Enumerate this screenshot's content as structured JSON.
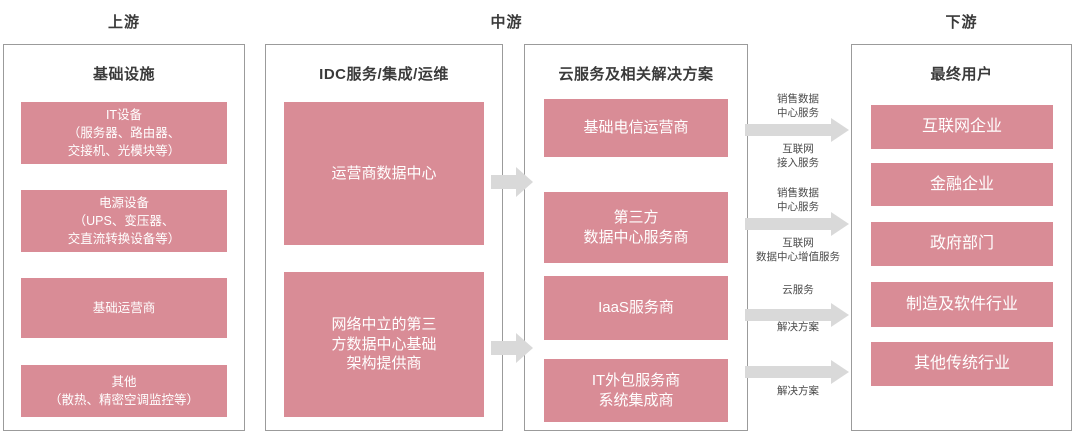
{
  "diagram": {
    "title_upstream": "上游",
    "title_midstream": "中游",
    "title_downstream": "下游",
    "accent_color": "#d98c96",
    "arrow_color": "#d9d9d9",
    "frame_color": "#9b9b9b"
  },
  "columns": [
    {
      "id": "infrastructure",
      "heading": "基础设施",
      "items": [
        {
          "label": "IT设备\n（服务器、路由器、\n交接机、光模块等）"
        },
        {
          "label": "电源设备\n（UPS、变压器、\n交直流转换设备等）"
        },
        {
          "label": "基础运营商"
        },
        {
          "label": "其他\n（散热、精密空调监控等）"
        }
      ]
    },
    {
      "id": "idc-service",
      "heading": "IDC服务/集成/运维",
      "items": [
        {
          "label": "运营商数据中心"
        },
        {
          "label": "网络中立的第三\n方数据中心基础\n架构提供商"
        }
      ]
    },
    {
      "id": "cloud-service",
      "heading": "云服务及相关解决方案",
      "items": [
        {
          "label": "基础电信运营商"
        },
        {
          "label": "第三方\n数据中心服务商"
        },
        {
          "label": "IaaS服务商"
        },
        {
          "label": "IT外包服务商\n系统集成商"
        }
      ]
    },
    {
      "id": "end-users",
      "heading": "最终用户",
      "items": [
        {
          "label": "互联网企业"
        },
        {
          "label": "金融企业"
        },
        {
          "label": "政府部门"
        },
        {
          "label": "制造及软件行业"
        },
        {
          "label": "其他传统行业"
        }
      ]
    }
  ],
  "arrow_labels": [
    {
      "id": "sales-dc-service-1",
      "text": "销售数据\n中心服务"
    },
    {
      "id": "internet-access-service",
      "text": "互联网\n接入服务"
    },
    {
      "id": "sales-dc-service-2",
      "text": "销售数据\n中心服务"
    },
    {
      "id": "idc-value-added-service",
      "text": "互联网\n数据中心增值服务"
    },
    {
      "id": "cloud-service-label",
      "text": "云服务"
    },
    {
      "id": "solution-label-1",
      "text": "解决方案"
    },
    {
      "id": "solution-label-2",
      "text": "解决方案"
    }
  ]
}
